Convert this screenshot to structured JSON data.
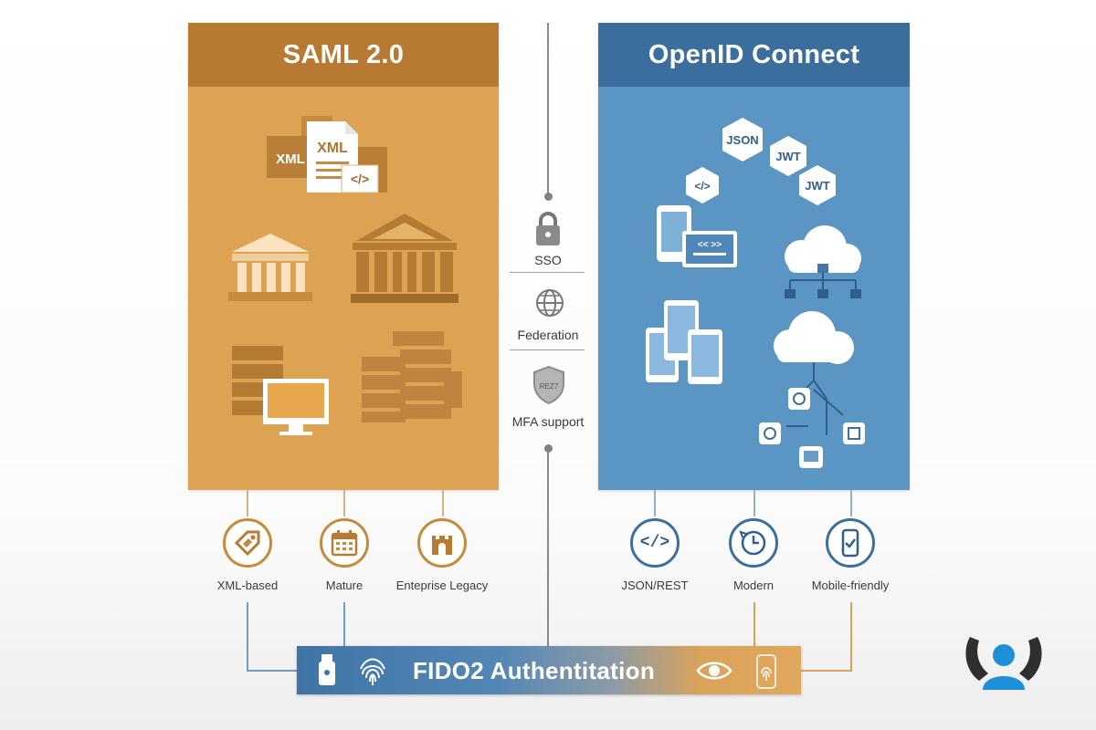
{
  "saml": {
    "title": "SAML 2.0",
    "doc_labels": [
      "XML",
      "XML"
    ],
    "code_label": "</>"
  },
  "oidc": {
    "title": "OpenID Connect",
    "token_labels": [
      "</>",
      "JSON",
      "JWT",
      "JWT"
    ],
    "device_code": "<< >>"
  },
  "center": {
    "items": [
      {
        "label": "SSO",
        "icon": "lock-icon"
      },
      {
        "label": "Federation",
        "icon": "globe-icon"
      },
      {
        "label": "MFA support",
        "icon": "shield-icon"
      }
    ],
    "shield_text": "REZ7"
  },
  "saml_features": [
    {
      "label": "XML-based",
      "icon": "tag-icon"
    },
    {
      "label": "Mature",
      "icon": "calendar-icon"
    },
    {
      "label": "Enteprise Legacy",
      "icon": "castle-icon"
    }
  ],
  "oidc_features": [
    {
      "label": "JSON/REST",
      "icon": "code-icon",
      "glyph": "</>"
    },
    {
      "label": "Modern",
      "icon": "clock-icon"
    },
    {
      "label": "Mobile-friendly",
      "icon": "phone-check-icon"
    }
  ],
  "fido": {
    "label": "FIDO2 Authentitation",
    "icons": [
      "usb-key-icon",
      "fingerprint-icon",
      "eye-icon",
      "fingerprint-scanner-icon"
    ]
  },
  "colors": {
    "saml_panel": "#dda352",
    "saml_header": "#b87a32",
    "oidc_panel": "#5b95c4",
    "oidc_header": "#3b6e9d"
  }
}
